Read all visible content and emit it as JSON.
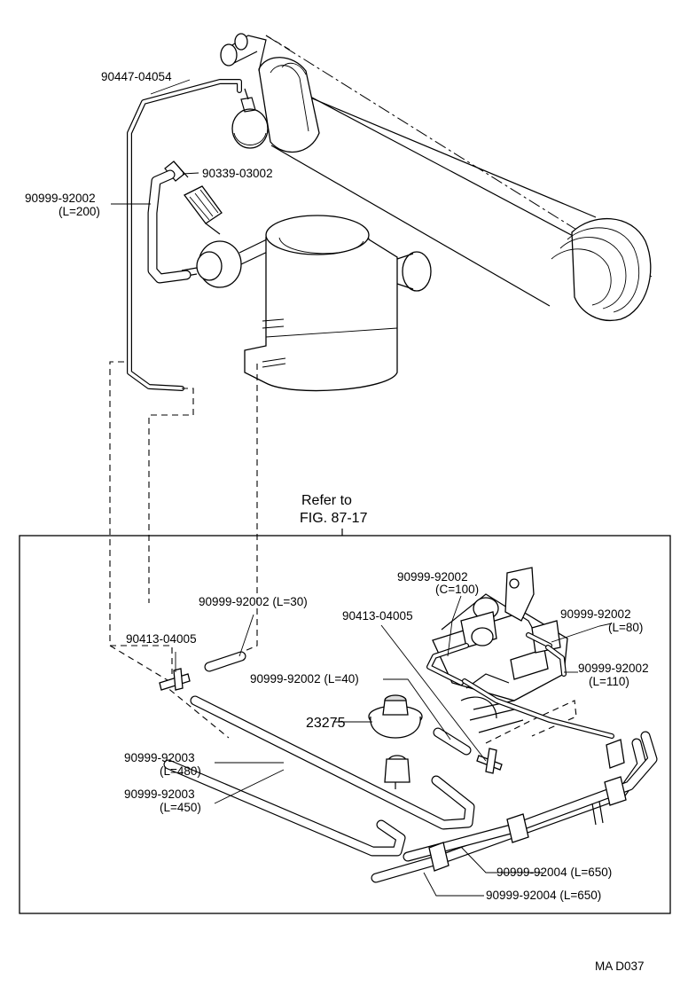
{
  "labels": {
    "p90447": "90447-04054",
    "p90339": "90339-03002",
    "p90999_200_a": "90999-92002",
    "p90999_200_b": "(L=200)",
    "refer_1": "Refer to",
    "refer_2": "FIG. 87-17",
    "p90999_30": "90999-92002 (L=30)",
    "p90413_left": "90413-04005",
    "p90413_right": "90413-04005",
    "p90999_c100_a": "90999-92002",
    "p90999_c100_b": "(C=100)",
    "p90999_80_a": "90999-92002",
    "p90999_80_b": "(L=80)",
    "p90999_110_a": "90999-92002",
    "p90999_110_b": "(L=110)",
    "p90999_40": "90999-92002 (L=40)",
    "p23275": "23275",
    "p92003_480_a": "90999-92003",
    "p92003_480_b": "(L=480)",
    "p92003_450_a": "90999-92003",
    "p92003_450_b": "(L=450)",
    "p92004_upper": "90999-92004 (L=650)",
    "p92004_lower": "90999-92004 (L=650)",
    "code": "MA  D037"
  }
}
